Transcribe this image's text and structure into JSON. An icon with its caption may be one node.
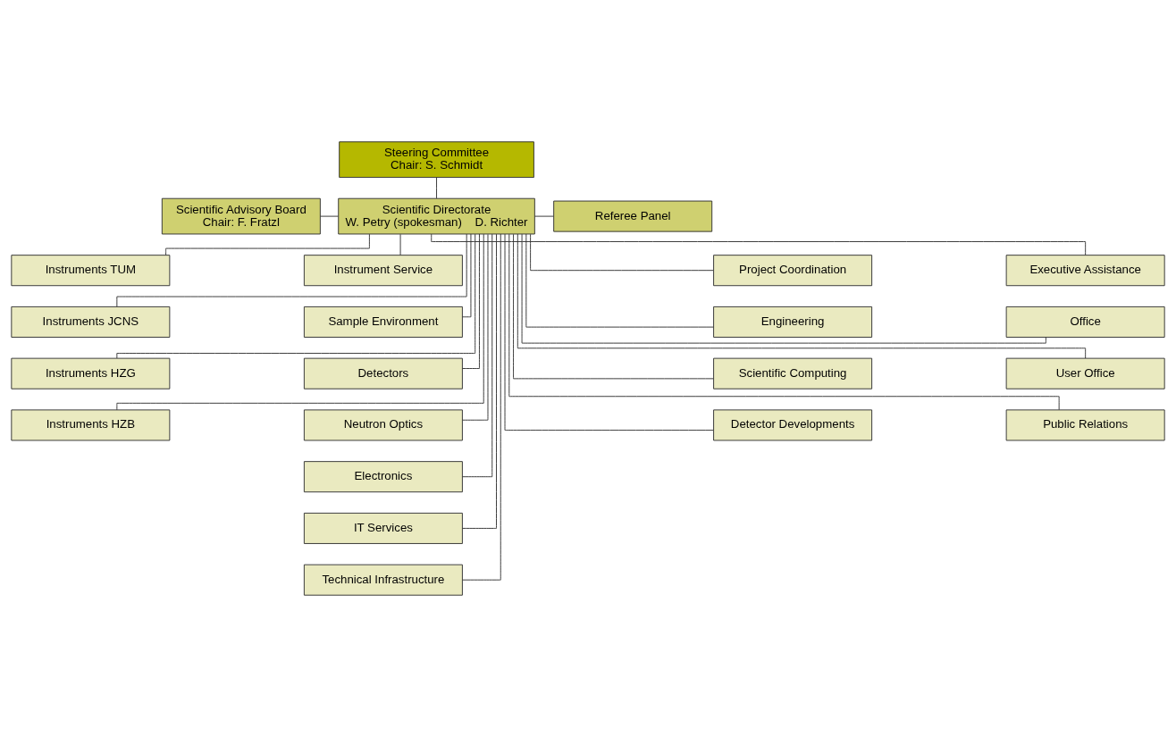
{
  "diagram": {
    "nodes": [
      {
        "text": [
          "Steering Committee",
          "Chair: S. Schmidt"
        ]
      },
      {
        "text": [
          "Scientific Advisory Board",
          "Chair: F. Fratzl"
        ]
      },
      {
        "text": [
          "Scientific Directorate",
          "W. Petry (spokesman)    D. Richter"
        ]
      },
      {
        "text": [
          "Referee Panel"
        ]
      },
      {
        "text": [
          "Instruments TUM"
        ]
      },
      {
        "text": [
          "Instruments JCNS"
        ]
      },
      {
        "text": [
          "Instruments HZG"
        ]
      },
      {
        "text": [
          "Instruments HZB"
        ]
      },
      {
        "text": [
          "Instrument Service"
        ]
      },
      {
        "text": [
          "Sample Environment"
        ]
      },
      {
        "text": [
          "Detectors"
        ]
      },
      {
        "text": [
          "Neutron Optics"
        ]
      },
      {
        "text": [
          "Electronics"
        ]
      },
      {
        "text": [
          "IT Services"
        ]
      },
      {
        "text": [
          "Technical Infrastructure"
        ]
      },
      {
        "text": [
          "Project Coordination"
        ]
      },
      {
        "text": [
          "Engineering"
        ]
      },
      {
        "text": [
          "Scientific Computing"
        ]
      },
      {
        "text": [
          "Detector Developments"
        ]
      },
      {
        "text": [
          "Executive Assistance"
        ]
      },
      {
        "text": [
          "Office"
        ]
      },
      {
        "text": [
          "User Office"
        ]
      },
      {
        "text": [
          "Public Relations"
        ]
      }
    ],
    "edges": [
      {
        "from": 0,
        "to": 2,
        "arrow": "none"
      },
      {
        "from": 1,
        "to": 2,
        "arrow": "none"
      },
      {
        "from": 2,
        "to": 3,
        "arrow": "none"
      },
      {
        "from": 2,
        "to": 4,
        "arrow": "none"
      },
      {
        "from": 2,
        "to": 5,
        "arrow": "none"
      },
      {
        "from": 2,
        "to": 6,
        "arrow": "none"
      },
      {
        "from": 2,
        "to": 7,
        "arrow": "none"
      },
      {
        "from": 2,
        "to": 8,
        "arrow": "none"
      },
      {
        "from": 2,
        "to": 9,
        "arrow": "none"
      },
      {
        "from": 2,
        "to": 10,
        "arrow": "none"
      },
      {
        "from": 2,
        "to": 11,
        "arrow": "none"
      },
      {
        "from": 2,
        "to": 12,
        "arrow": "none"
      },
      {
        "from": 2,
        "to": 13,
        "arrow": "none"
      },
      {
        "from": 2,
        "to": 14,
        "arrow": "none"
      },
      {
        "from": 2,
        "to": 15,
        "arrow": "none"
      },
      {
        "from": 2,
        "to": 16,
        "arrow": "none"
      },
      {
        "from": 2,
        "to": 17,
        "arrow": "none"
      },
      {
        "from": 2,
        "to": 18,
        "arrow": "none"
      },
      {
        "from": 2,
        "to": 19,
        "arrow": "none"
      },
      {
        "from": 2,
        "to": 20,
        "arrow": "none"
      },
      {
        "from": 2,
        "to": 21,
        "arrow": "none"
      },
      {
        "from": 2,
        "to": 22,
        "arrow": "none"
      }
    ]
  }
}
